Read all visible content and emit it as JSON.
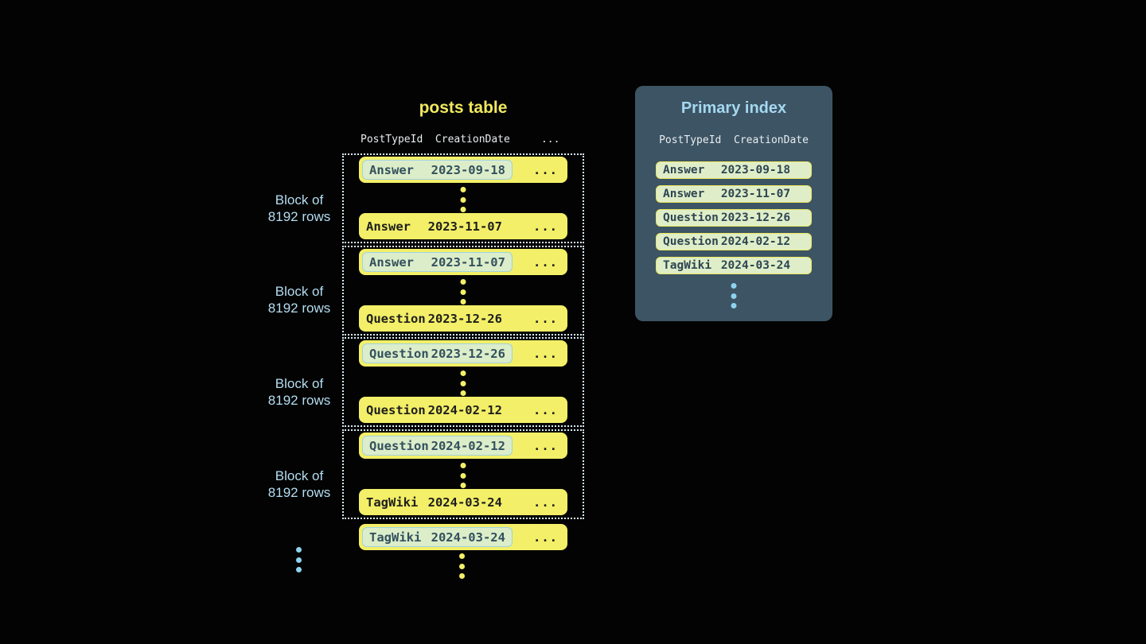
{
  "colors": {
    "background": "#030303",
    "row_yellow": "#f3ef68",
    "row_text_dark": "#1e1e1c",
    "highlight_fill": "#dcedca",
    "highlight_border": "#9fd2e2",
    "highlight_text": "#33505e",
    "index_pill_fill": "#dfeec8",
    "index_pill_border": "#eae65e",
    "panel_background": "#3c5464",
    "panel_title_blue": "#a5d8f0",
    "header_text": "#e9edf0",
    "block_label_blue": "#b3ddf1",
    "dotted_border": "#d9edf5",
    "blue_dot": "#8ed2ee",
    "title_yellow": "#f0e95f"
  },
  "posts_table": {
    "title": "posts table",
    "columns": "PostTypeId  CreationDate     ...",
    "ellipsis": "...",
    "block_label": {
      "line1": "Block of",
      "line2": "8192 rows"
    },
    "blocks": [
      {
        "first": {
          "type": "Answer",
          "date": "2023-09-18"
        },
        "last": {
          "type": "Answer",
          "date": "2023-11-07"
        }
      },
      {
        "first": {
          "type": "Answer",
          "date": "2023-11-07"
        },
        "last": {
          "type": "Question",
          "date": "2023-12-26"
        }
      },
      {
        "first": {
          "type": "Question",
          "date": "2023-12-26"
        },
        "last": {
          "type": "Question",
          "date": "2024-02-12"
        }
      },
      {
        "first": {
          "type": "Question",
          "date": "2024-02-12"
        },
        "last": {
          "type": "TagWiki",
          "date": "2024-03-24"
        }
      }
    ],
    "overflow_row": {
      "type": "TagWiki",
      "date": "2024-03-24"
    }
  },
  "primary_index": {
    "title": "Primary index",
    "columns": "PostTypeId  CreationDate",
    "rows": [
      {
        "type": "Answer",
        "date": "2023-09-18"
      },
      {
        "type": "Answer",
        "date": "2023-11-07"
      },
      {
        "type": "Question",
        "date": "2023-12-26"
      },
      {
        "type": "Question",
        "date": "2024-02-12"
      },
      {
        "type": "TagWiki",
        "date": "2024-03-24"
      }
    ]
  }
}
